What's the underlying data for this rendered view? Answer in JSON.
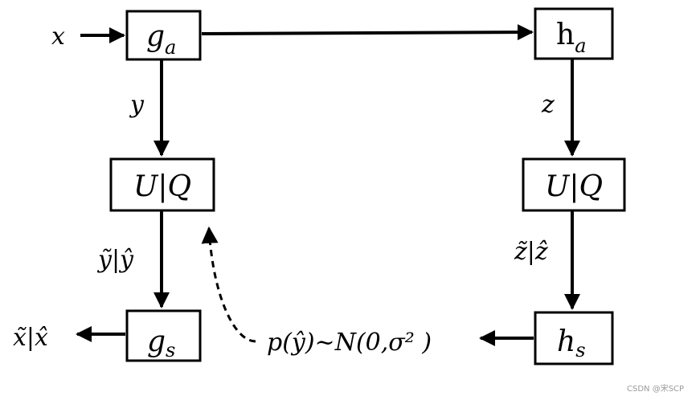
{
  "nodes": {
    "g_a": {
      "main": "g",
      "sub": "a"
    },
    "h_a": {
      "main": "h",
      "sub": "a"
    },
    "uq_left": {
      "label": "U|Q"
    },
    "uq_right": {
      "label": "U|Q"
    },
    "g_s": {
      "main": "g",
      "sub": "s"
    },
    "h_s": {
      "main": "h",
      "sub": "s"
    }
  },
  "edge_labels": {
    "input_x": "x",
    "y": "y",
    "z": "z",
    "y_tilde_hat": "ỹ|ŷ",
    "z_tilde_hat": "z̃|ẑ",
    "output_x": "x̃|x̂",
    "prior": "p(ŷ)~N(0,σ² )"
  },
  "watermark": "CSDN @宋SCP"
}
